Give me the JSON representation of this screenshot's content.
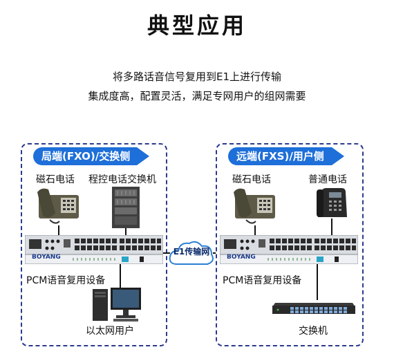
{
  "title": "典型应用",
  "description": {
    "line1": "将多路话音信号复用到E1上进行传输",
    "line2": "集成度高，配置灵活，满足专网用户的组网需要"
  },
  "left_panel": {
    "header": "局端(FXO)/交换侧",
    "device_labels": {
      "magneto_phone": "磁石电话",
      "pbx": "程控电话交换机"
    },
    "mux_label": "PCM语音复用设备",
    "brand": "BOYANG",
    "bottom_label": "以太网用户"
  },
  "right_panel": {
    "header": "远端(FXS)/用户侧",
    "device_labels": {
      "magneto_phone": "磁石电话",
      "phone": "普通电话"
    },
    "mux_label": "PCM语音复用设备",
    "brand": "BOYANG",
    "bottom_label": "交换机"
  },
  "network_label": "E1传输网"
}
